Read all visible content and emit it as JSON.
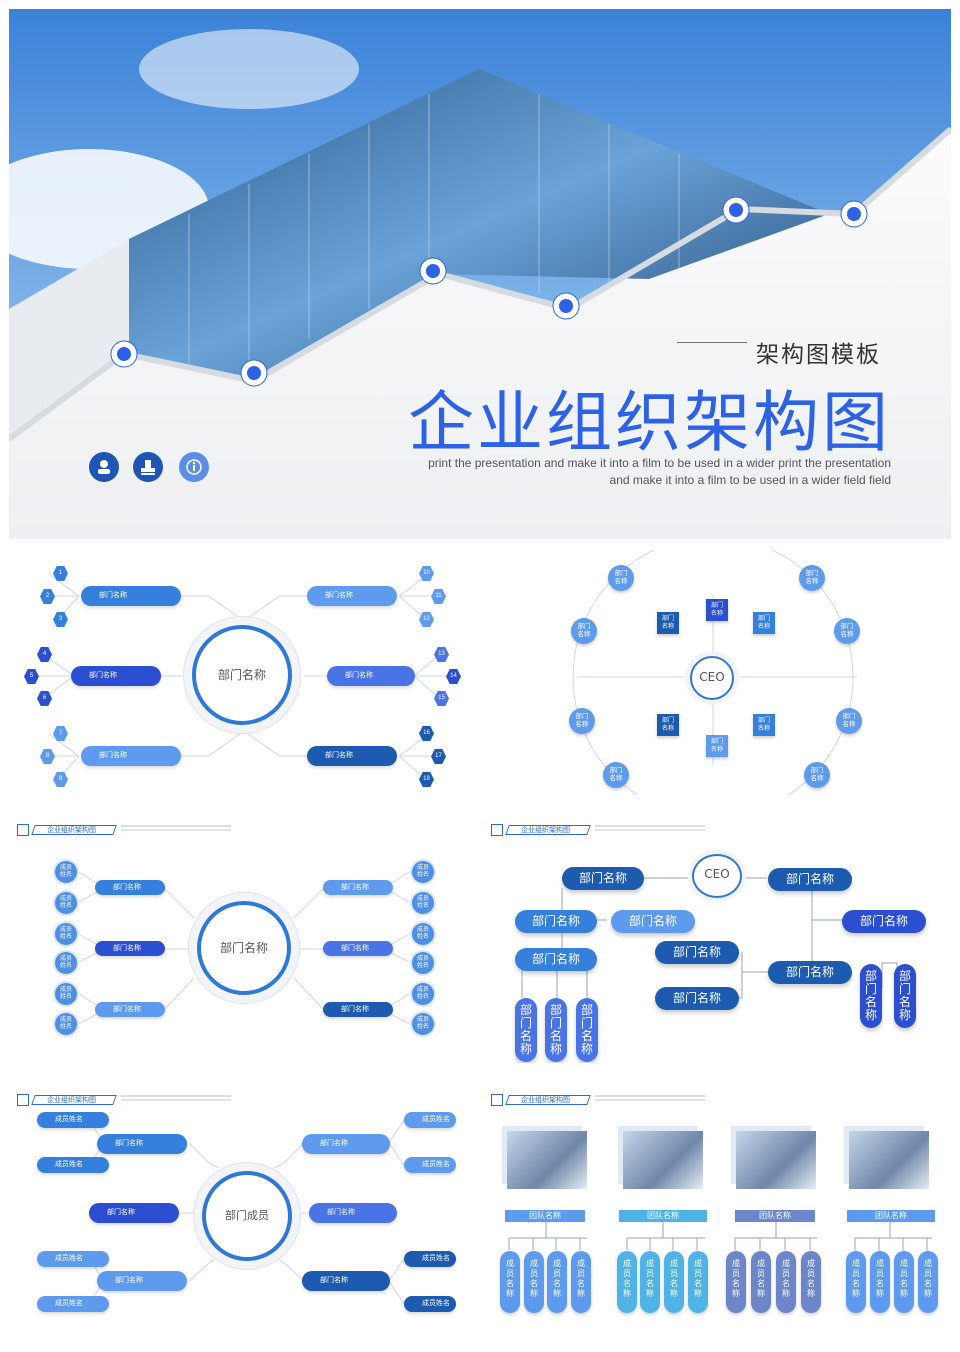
{
  "hero": {
    "subtitle": "架构图模板",
    "title": "企业组织架构图",
    "desc_line1": "print the presentation and make it into a film to be used in a wider print the presentation",
    "desc_line2": "and make it into a film to be used in a wider field field",
    "icons": [
      "id-badge-icon",
      "stamp-icon",
      "info-icon"
    ]
  },
  "slide1": {
    "center": "部门名称",
    "dept": "部门名称",
    "nums": [
      "1",
      "2",
      "3",
      "4",
      "5",
      "6",
      "7",
      "8",
      "9",
      "10",
      "11",
      "12",
      "13",
      "14",
      "15",
      "16",
      "17",
      "18"
    ]
  },
  "slide2": {
    "ceo": "CEO",
    "dept": "部门\n名称"
  },
  "common": {
    "header_tab": "企业组织架构图"
  },
  "slide3": {
    "center": "部门名称",
    "dept": "部门名称",
    "member": "成员\n姓名"
  },
  "slide4": {
    "ceo": "CEO",
    "dept": "部门名称",
    "dept_v": "部\n门\n名\n称"
  },
  "slide5": {
    "center": "部门成员",
    "dept": "部门名称",
    "member": "成员姓名"
  },
  "slide6": {
    "team": "团队名称",
    "member_v": "成\n员\n名\n称"
  },
  "colors": {
    "primary": "#2e62e6",
    "dark": "#1c5bb0",
    "light": "#5e9bef"
  }
}
